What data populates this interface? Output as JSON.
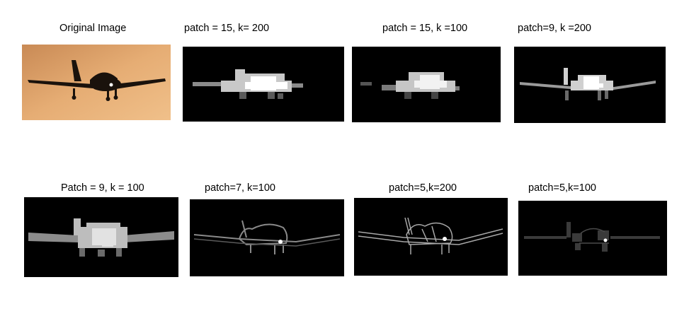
{
  "figure": {
    "panels": [
      {
        "caption": "Original Image"
      },
      {
        "caption": "patch = 15, k= 200"
      },
      {
        "caption": "patch = 15, k =100"
      },
      {
        "caption": "patch=9, k =200"
      },
      {
        "caption": "Patch = 9, k = 100"
      },
      {
        "caption": "patch=7, k=100"
      },
      {
        "caption": "patch=5,k=200"
      },
      {
        "caption": "patch=5,k=100"
      }
    ]
  }
}
